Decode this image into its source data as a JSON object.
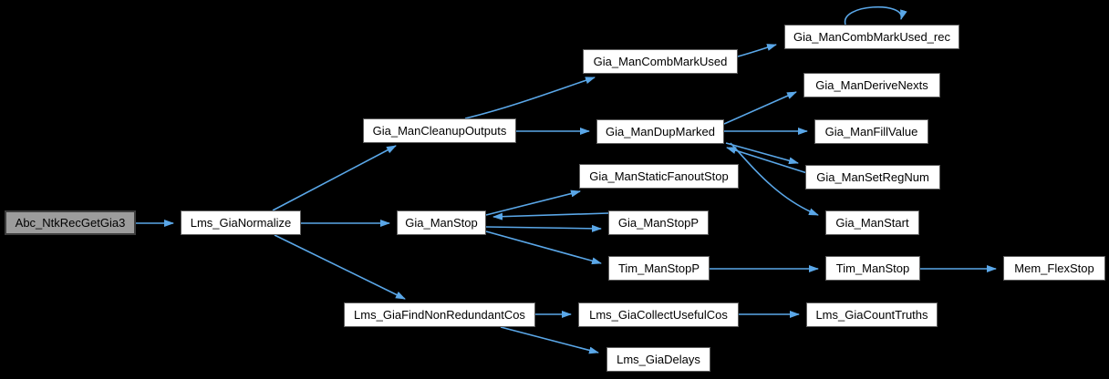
{
  "diagram": {
    "type": "call-graph",
    "background_color": "#000000",
    "edge_color": "#5AA7E8",
    "node_fill": "#ffffff",
    "node_border": "#5e5e5e",
    "root_fill": "#9c9c9c",
    "root_border": "#3e3e3e",
    "nodes": [
      {
        "id": "abc",
        "label": "Abc_NtkRecGetGia3",
        "role": "root"
      },
      {
        "id": "normalize",
        "label": "Lms_GiaNormalize",
        "role": "node"
      },
      {
        "id": "cleanup",
        "label": "Gia_ManCleanupOutputs",
        "role": "node"
      },
      {
        "id": "combmark",
        "label": "Gia_ManCombMarkUsed",
        "role": "node"
      },
      {
        "id": "combmarkrec",
        "label": "Gia_ManCombMarkUsed_rec",
        "role": "node"
      },
      {
        "id": "derivenexts",
        "label": "Gia_ManDeriveNexts",
        "role": "node"
      },
      {
        "id": "dupmarked",
        "label": "Gia_ManDupMarked",
        "role": "node"
      },
      {
        "id": "fillvalue",
        "label": "Gia_ManFillValue",
        "role": "node"
      },
      {
        "id": "setregnum",
        "label": "Gia_ManSetRegNum",
        "role": "node"
      },
      {
        "id": "staticfanout",
        "label": "Gia_ManStaticFanoutStop",
        "role": "node"
      },
      {
        "id": "stop",
        "label": "Gia_ManStop",
        "role": "node"
      },
      {
        "id": "stopp",
        "label": "Gia_ManStopP",
        "role": "node"
      },
      {
        "id": "start",
        "label": "Gia_ManStart",
        "role": "node"
      },
      {
        "id": "timstopp",
        "label": "Tim_ManStopP",
        "role": "node"
      },
      {
        "id": "timstop",
        "label": "Tim_ManStop",
        "role": "node"
      },
      {
        "id": "memflex",
        "label": "Mem_FlexStop",
        "role": "node"
      },
      {
        "id": "findnonred",
        "label": "Lms_GiaFindNonRedundantCos",
        "role": "node"
      },
      {
        "id": "collectuseful",
        "label": "Lms_GiaCollectUsefulCos",
        "role": "node"
      },
      {
        "id": "counttruths",
        "label": "Lms_GiaCountTruths",
        "role": "node"
      },
      {
        "id": "delays",
        "label": "Lms_GiaDelays",
        "role": "node"
      }
    ],
    "edges": [
      {
        "from": "abc",
        "to": "normalize"
      },
      {
        "from": "normalize",
        "to": "cleanup"
      },
      {
        "from": "normalize",
        "to": "stop"
      },
      {
        "from": "normalize",
        "to": "findnonred"
      },
      {
        "from": "cleanup",
        "to": "combmark"
      },
      {
        "from": "cleanup",
        "to": "dupmarked"
      },
      {
        "from": "combmark",
        "to": "combmarkrec"
      },
      {
        "from": "combmarkrec",
        "to": "combmarkrec"
      },
      {
        "from": "dupmarked",
        "to": "derivenexts"
      },
      {
        "from": "dupmarked",
        "to": "fillvalue"
      },
      {
        "from": "dupmarked",
        "to": "setregnum"
      },
      {
        "from": "setregnum",
        "to": "dupmarked"
      },
      {
        "from": "dupmarked",
        "to": "start"
      },
      {
        "from": "stop",
        "to": "staticfanout"
      },
      {
        "from": "stopp",
        "to": "stop"
      },
      {
        "from": "stop",
        "to": "stopp"
      },
      {
        "from": "stop",
        "to": "timstopp"
      },
      {
        "from": "timstopp",
        "to": "timstop"
      },
      {
        "from": "timstop",
        "to": "memflex"
      },
      {
        "from": "findnonred",
        "to": "collectuseful"
      },
      {
        "from": "findnonred",
        "to": "delays"
      },
      {
        "from": "collectuseful",
        "to": "counttruths"
      }
    ]
  }
}
